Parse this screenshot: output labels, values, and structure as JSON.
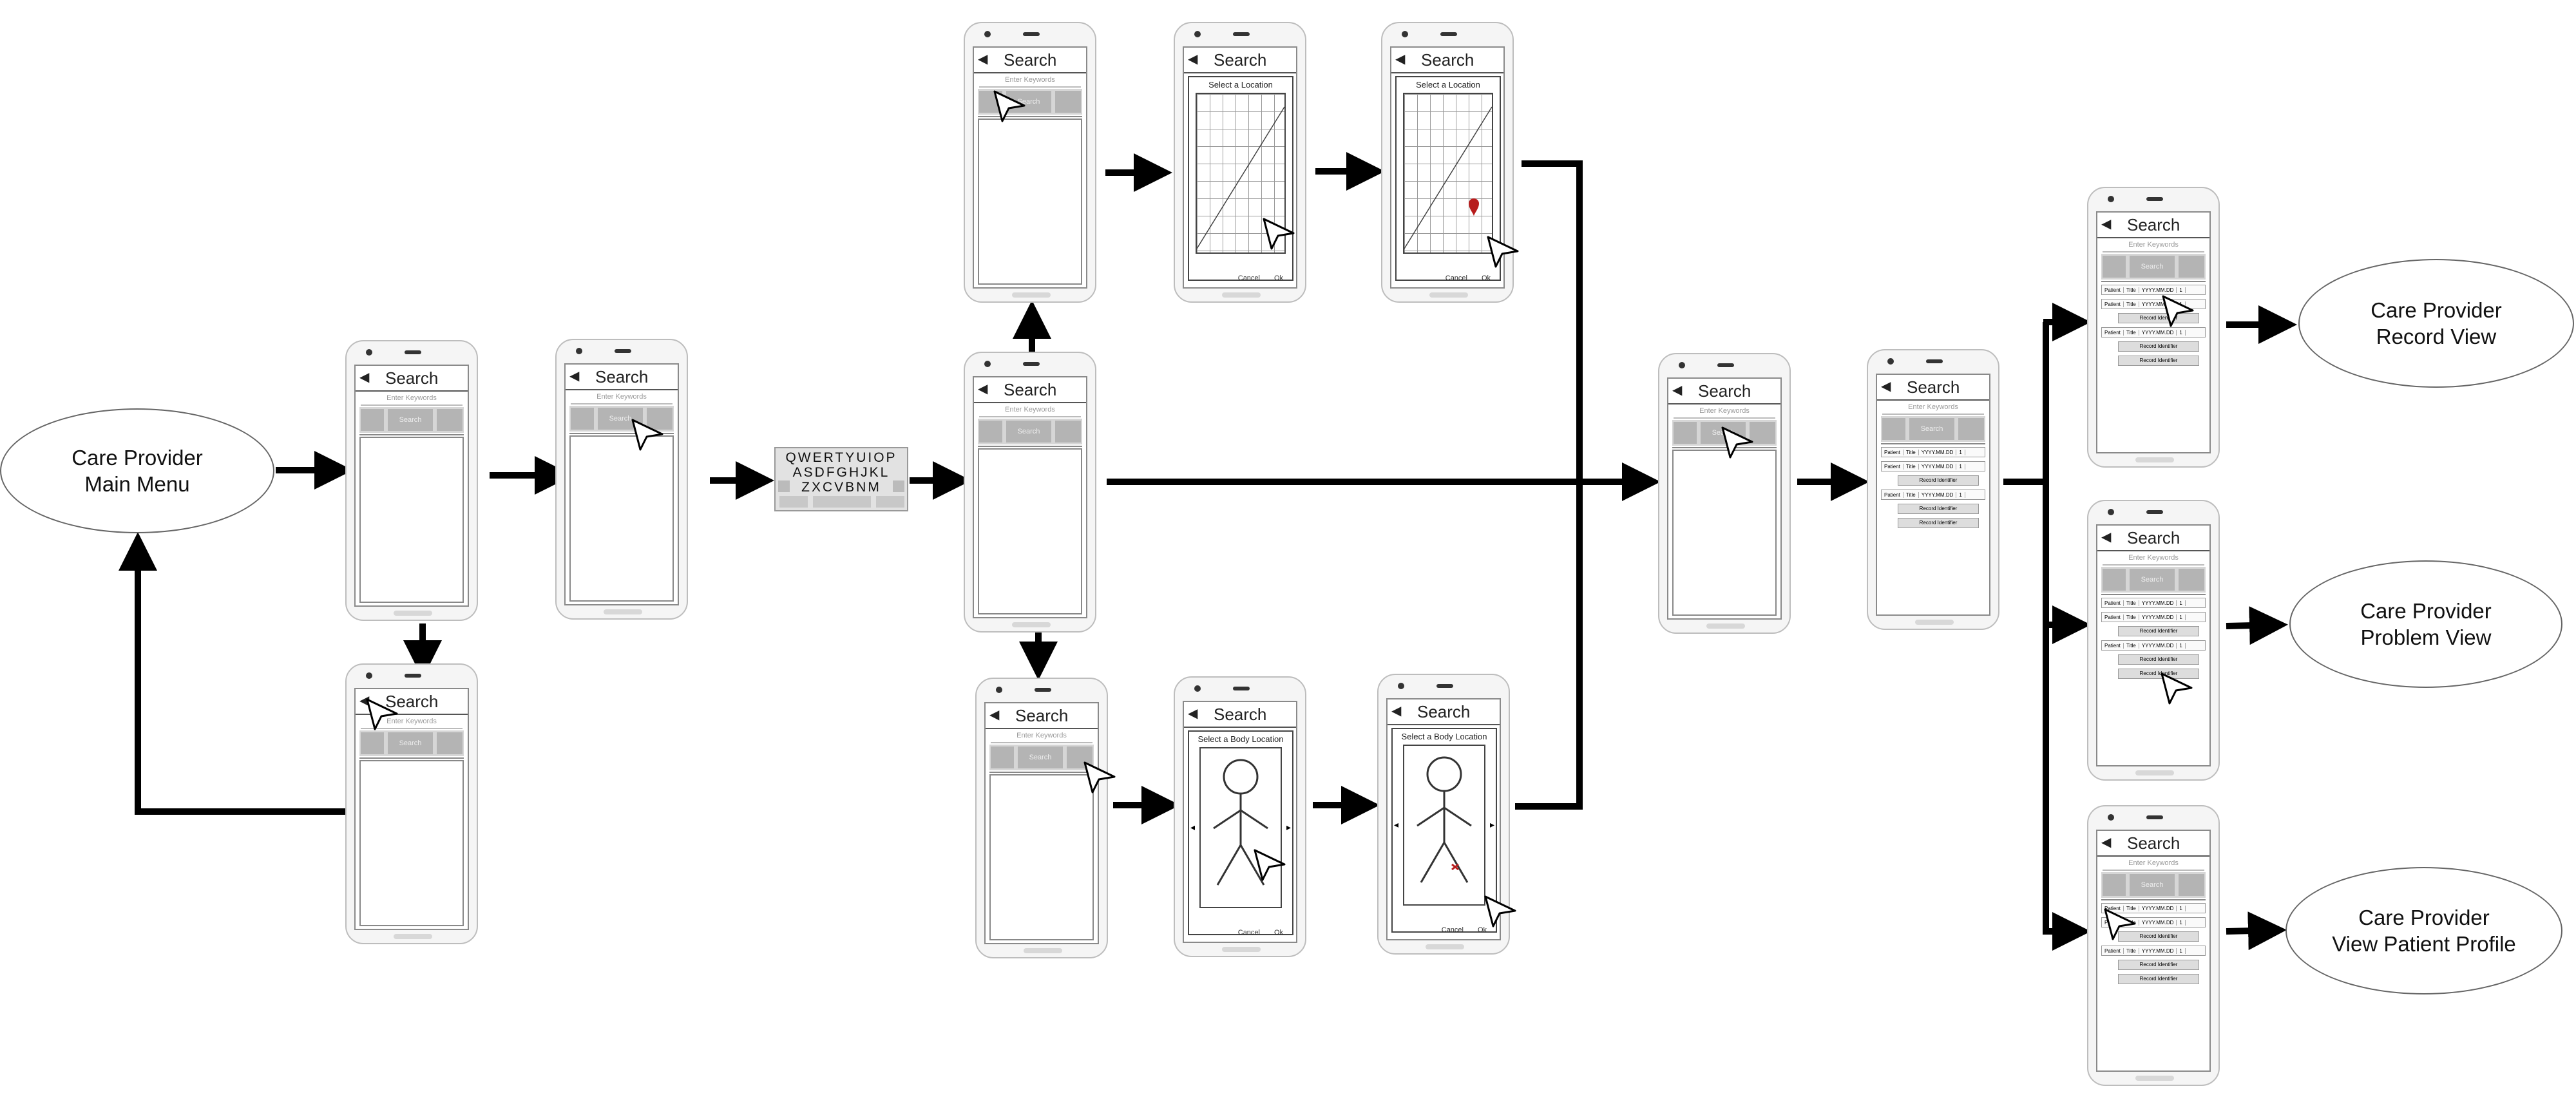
{
  "nodes": {
    "main_menu": {
      "line1": "Care Provider",
      "line2": "Main Menu"
    },
    "record_view": {
      "line1": "Care Provider",
      "line2": "Record View"
    },
    "problem_view": {
      "line1": "Care Provider",
      "line2": "Problem View"
    },
    "patient_profile": {
      "line1": "Care Provider",
      "line2": "View Patient Profile"
    }
  },
  "screen": {
    "title": "Search",
    "back_glyph": "◀",
    "keywords_hint": "Enter Keywords",
    "search_button": "Search"
  },
  "location_dialog": {
    "title": "Select a Location",
    "cancel": "Cancel",
    "ok": "Ok"
  },
  "body_dialog": {
    "title": "Select a Body Location",
    "cancel": "Cancel",
    "ok": "Ok"
  },
  "keyboard": {
    "row1": "QWERTYUIOP",
    "row2": "ASDFGHJKL",
    "row3": "ZXCVBNM"
  },
  "results": {
    "patient": "Patient",
    "title": "Title",
    "date": "YYYY.MM.DD",
    "count": "1",
    "record_identifier": "Record Identifier"
  }
}
